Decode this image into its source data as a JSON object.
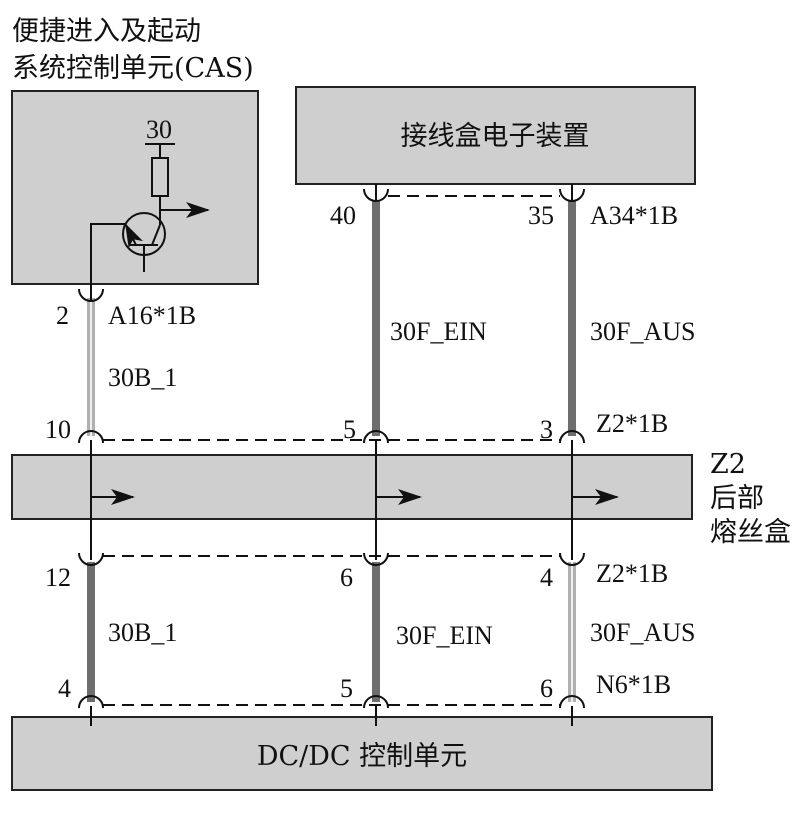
{
  "cas": {
    "title_line1": "便捷进入及起动",
    "title_line2": "系统控制单元(CAS)",
    "supply_label": "30"
  },
  "junction_box": {
    "title": "接线盒电子装置"
  },
  "fuse_box": {
    "line1": "Z2",
    "line2": "后部",
    "line3": "熔丝盒"
  },
  "dcdc": {
    "title": "DC/DC 控制单元"
  },
  "colors": {
    "box_fill": "#cfcfcf",
    "wire_dark": "#6e6e6e",
    "wire_light": "#b0b0b0"
  },
  "upper": {
    "cas_pin": "2",
    "cas_connector": "A16*1B",
    "jb_pins": [
      "40",
      "35"
    ],
    "jb_connector": "A34*1B",
    "wires": [
      "30B_1",
      "30F_EIN",
      "30F_AUS"
    ],
    "fuse_pins": [
      "10",
      "5",
      "3"
    ],
    "fuse_connector": "Z2*1B"
  },
  "lower": {
    "fuse_pins": [
      "12",
      "6",
      "4"
    ],
    "fuse_connector": "Z2*1B",
    "wires": [
      "30B_1",
      "30F_EIN",
      "30F_AUS"
    ],
    "dcdc_pins": [
      "4",
      "5",
      "6"
    ],
    "dcdc_connector": "N6*1B"
  }
}
